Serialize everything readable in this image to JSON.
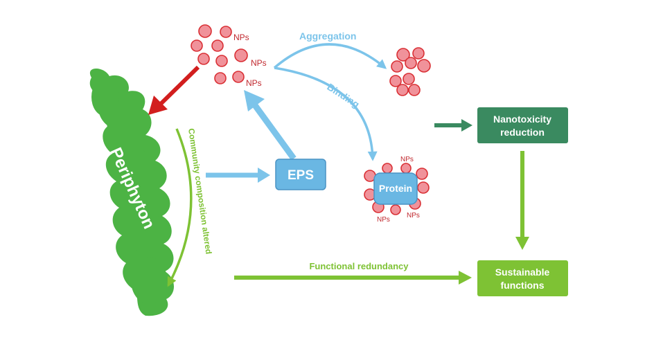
{
  "nodes": {
    "periphyton": "Periphyton",
    "eps": "EPS",
    "protein": "Protein",
    "nanotoxicity_line1": "Nanotoxicity",
    "nanotoxicity_line2": "reduction",
    "sustainable_line1": "Sustainable",
    "sustainable_line2": "functions"
  },
  "labels": {
    "nps": "NPs",
    "aggregation": "Aggregation",
    "binding": "Binding",
    "community": "Community composition altered",
    "functional_redundancy": "Functional redundancy"
  },
  "colors": {
    "periphyton_green": "#4cb344",
    "np_fill": "#f0929a",
    "np_stroke": "#d92f34",
    "np_text": "#c0272d",
    "blue": "#7cc4ea",
    "blue_box": "#6ab7e3",
    "blue_stroke": "#4a93c4",
    "red_arrow": "#d21e1e",
    "dark_green": "#3a8a60",
    "light_green": "#7ec234"
  }
}
